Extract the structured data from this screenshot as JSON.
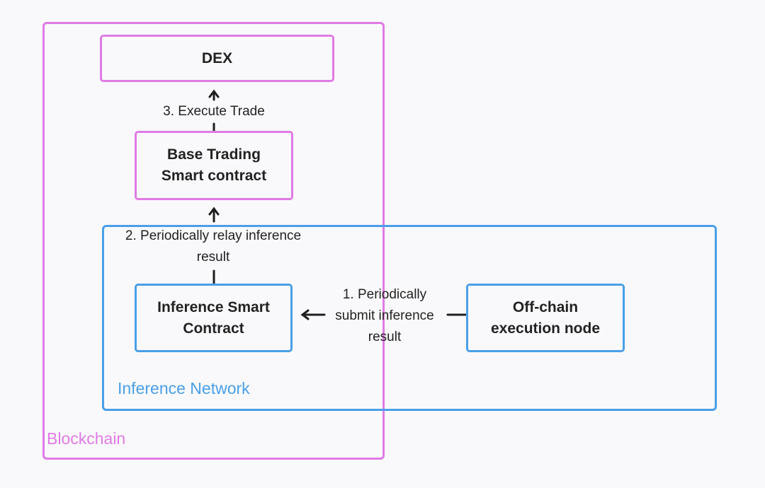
{
  "regions": {
    "blockchain_label": "Blockchain",
    "inference_network_label": "Inference Network"
  },
  "nodes": {
    "dex": "DEX",
    "base_trading": "Base Trading\nSmart contract",
    "inference_contract": "Inference Smart\nContract",
    "offchain_node": "Off-chain\nexecution node"
  },
  "edges": {
    "execute_trade": "3. Execute Trade",
    "relay_result": "2. Periodically relay inference\nresult",
    "submit_result": "1. Periodically\nsubmit inference\nresult"
  },
  "colors": {
    "blockchain": "#e07ae6",
    "inference_network": "#4a9fe8",
    "edge": "#1e1e1e",
    "background": "#f9f9fb"
  }
}
